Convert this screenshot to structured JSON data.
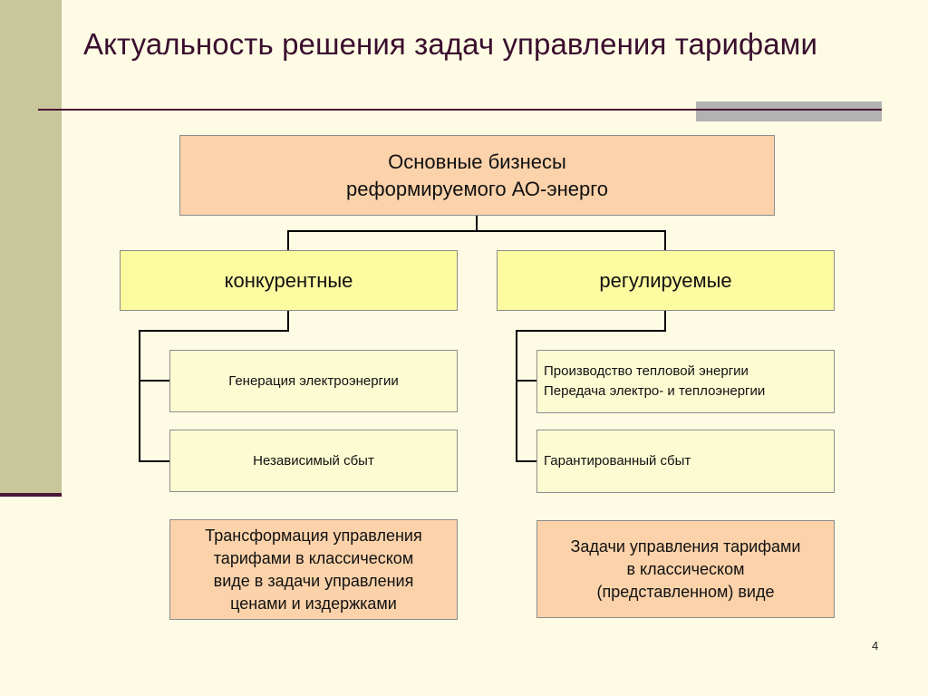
{
  "slide": {
    "title": "Актуальность решения задач управления тарифами",
    "page_number": "4"
  },
  "diagram": {
    "root": {
      "line1": "Основные бизнесы",
      "line2": "реформируемого АО-энерго"
    },
    "categories": {
      "left": "конкурентные",
      "right": "регулируемые"
    },
    "left_items": [
      "Генерация электроэнергии",
      "Независимый сбыт"
    ],
    "right_items": [
      {
        "line1": "Производство тепловой энергии",
        "line2": "Передача электро- и теплоэнергии"
      },
      {
        "line1": "Гарантированный сбыт"
      }
    ],
    "notes": {
      "left": [
        "Трансформация управления",
        "тарифами в классическом",
        "виде в задачи управления",
        "ценами и издержками"
      ],
      "right": [
        "Задачи управления тарифами",
        "в классическом",
        "(представленном) виде"
      ]
    }
  },
  "colors": {
    "background": "#fdfbe4",
    "side_bar": "#c8c79a",
    "title_text": "#3a0e2e",
    "rule": "#4a1538",
    "root_fill": "#fbd2aa",
    "category_fill": "#fdfba0",
    "leaf_fill": "#fdfbd2",
    "note_fill": "#fbd2aa"
  }
}
